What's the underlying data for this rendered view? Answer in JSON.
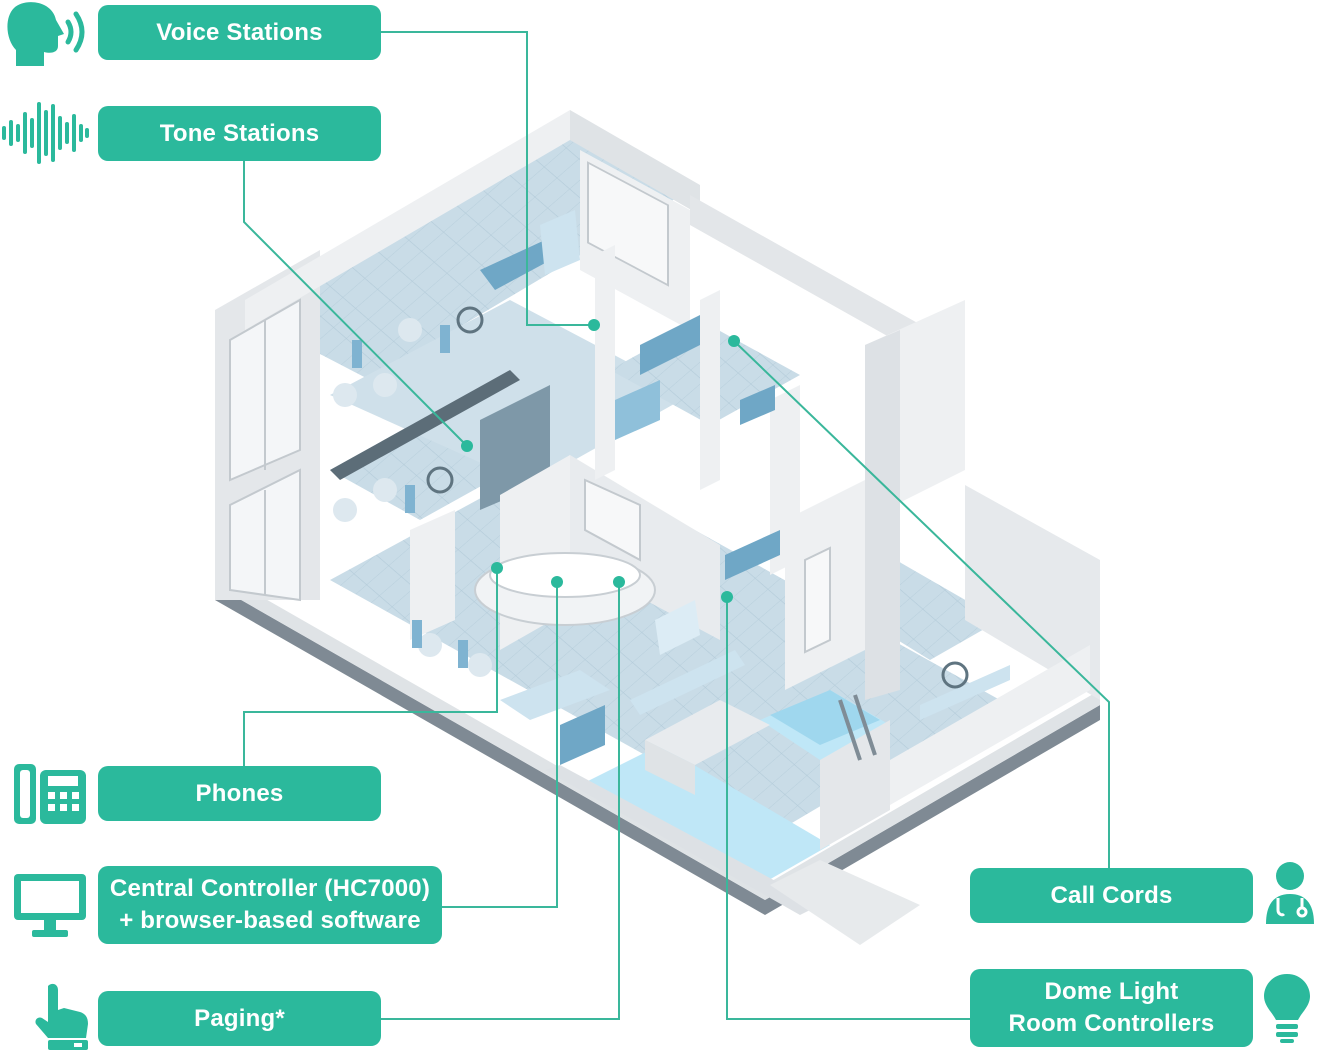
{
  "labels": {
    "voice_stations": "Voice Stations",
    "tone_stations": "Tone Stations",
    "phones": "Phones",
    "central_controller_line1": "Central Controller (HC7000)",
    "central_controller_line2": "+ browser-based software",
    "paging": "Paging*",
    "call_cords": "Call Cords",
    "dome_light_line1": "Dome Light",
    "dome_light_line2": "Room Controllers"
  },
  "colors": {
    "accent": "#2bb99c",
    "leader_line": "#3ab79b",
    "floor": "#c6dbe6",
    "water": "#bfe7f7",
    "wall": "#eef0f2",
    "wall_shade": "#d9dde1",
    "furniture": "#6fa7c6"
  },
  "icons": {
    "voice_stations": "speaking-head-icon",
    "tone_stations": "sound-wave-icon",
    "phones": "desk-phone-icon",
    "central_controller": "monitor-icon",
    "paging": "pointing-hand-icon",
    "call_cords": "nurse-icon",
    "dome_light": "light-bulb-icon"
  }
}
